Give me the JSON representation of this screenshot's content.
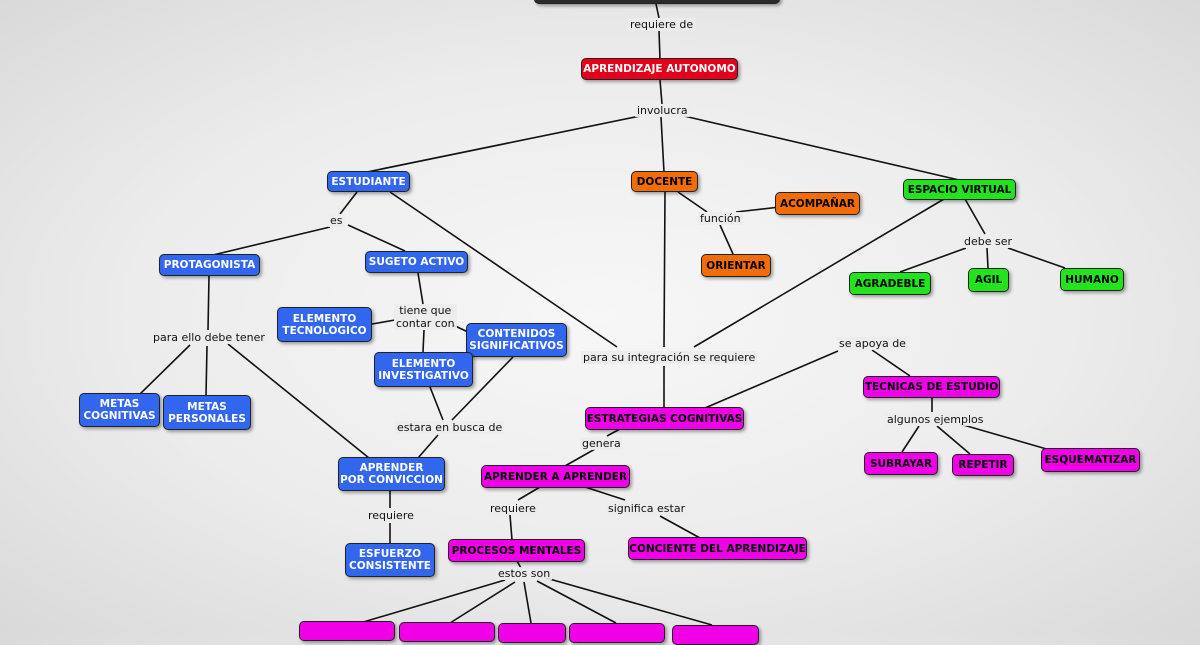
{
  "colors": {
    "red": "#e5001b",
    "orange": "#f26c0a",
    "green": "#22e31e",
    "blue": "#3366ee",
    "magenta": "#f000e6",
    "dark": "#2b2b2b"
  },
  "nodes": {
    "top": {
      "text": "",
      "color": "dark"
    },
    "aprendizaje_autonomo": {
      "text": "APRENDIZAJE AUTONOMO",
      "color": "red"
    },
    "estudiante": {
      "text": "ESTUDIANTE",
      "color": "blue"
    },
    "docente": {
      "text": "DOCENTE",
      "color": "orange"
    },
    "espacio_virtual": {
      "text": "ESPACIO VIRTUAL",
      "color": "green"
    },
    "acompanar": {
      "text": "ACOMPAÑAR",
      "color": "orange"
    },
    "orientar": {
      "text": "ORIENTAR",
      "color": "orange"
    },
    "agradeble": {
      "text": "AGRADEBLE",
      "color": "green"
    },
    "agil": {
      "text": "AGIL",
      "color": "green"
    },
    "humano": {
      "text": "HUMANO",
      "color": "green"
    },
    "protagonista": {
      "text": "PROTAGONISTA",
      "color": "blue"
    },
    "sugeto_activo": {
      "text": "SUGETO ACTIVO",
      "color": "blue"
    },
    "elemento_tecnologico": {
      "text": "ELEMENTO\nTECNOLOGICO",
      "color": "blue"
    },
    "contenidos": {
      "text": "CONTENIDOS\nSIGNIFICATIVOS",
      "color": "blue"
    },
    "elemento_investigativo": {
      "text": "ELEMENTO\nINVESTIGATIVO",
      "color": "blue"
    },
    "metas_cognitivas": {
      "text": "METAS\nCOGNITIVAS",
      "color": "blue"
    },
    "metas_personales": {
      "text": "METAS\nPERSONALES",
      "color": "blue"
    },
    "aprender_conviccion": {
      "text": "APRENDER\nPOR CONVICCION",
      "color": "blue"
    },
    "esfuerzo": {
      "text": "ESFUERZO\nCONSISTENTE",
      "color": "blue"
    },
    "estrategias": {
      "text": "ESTRATEGIAS COGNITIVAS",
      "color": "magenta"
    },
    "tecnicas": {
      "text": "TECNICAS DE ESTUDIO",
      "color": "magenta"
    },
    "subrayar": {
      "text": "SUBRAYAR",
      "color": "magenta"
    },
    "repetir": {
      "text": "REPETIR",
      "color": "magenta"
    },
    "esquematizar": {
      "text": "ESQUEMATIZAR",
      "color": "magenta"
    },
    "aprender_aprender": {
      "text": "APRENDER A APRENDER",
      "color": "magenta"
    },
    "procesos": {
      "text": "PROCESOS MENTALES",
      "color": "magenta"
    },
    "conciente": {
      "text": "CONCIENTE DEL APRENDIZAJE",
      "color": "magenta"
    },
    "b1": {
      "text": "",
      "color": "magenta"
    },
    "b2": {
      "text": "",
      "color": "magenta"
    },
    "b3": {
      "text": "",
      "color": "magenta"
    },
    "b4": {
      "text": "",
      "color": "magenta"
    },
    "b5": {
      "text": "",
      "color": "magenta"
    }
  },
  "labels": {
    "requiere_de": "requiere de",
    "involucra": "involucra",
    "es": "es",
    "funcion": "función",
    "debe_ser": "debe ser",
    "tiene_que": "tiene que\ncontar con",
    "para_ello": "para ello debe tener",
    "para_su_integracion": "para su integración se requiere",
    "se_apoya": "se apoya de",
    "algunos_ejemplos": "algunos ejemplos",
    "estara": "estara en busca de",
    "genera": "genera",
    "requiere": "requiere",
    "requiere2": "requiere",
    "significa_estar": "significa estar",
    "estos_son": "estos son"
  }
}
